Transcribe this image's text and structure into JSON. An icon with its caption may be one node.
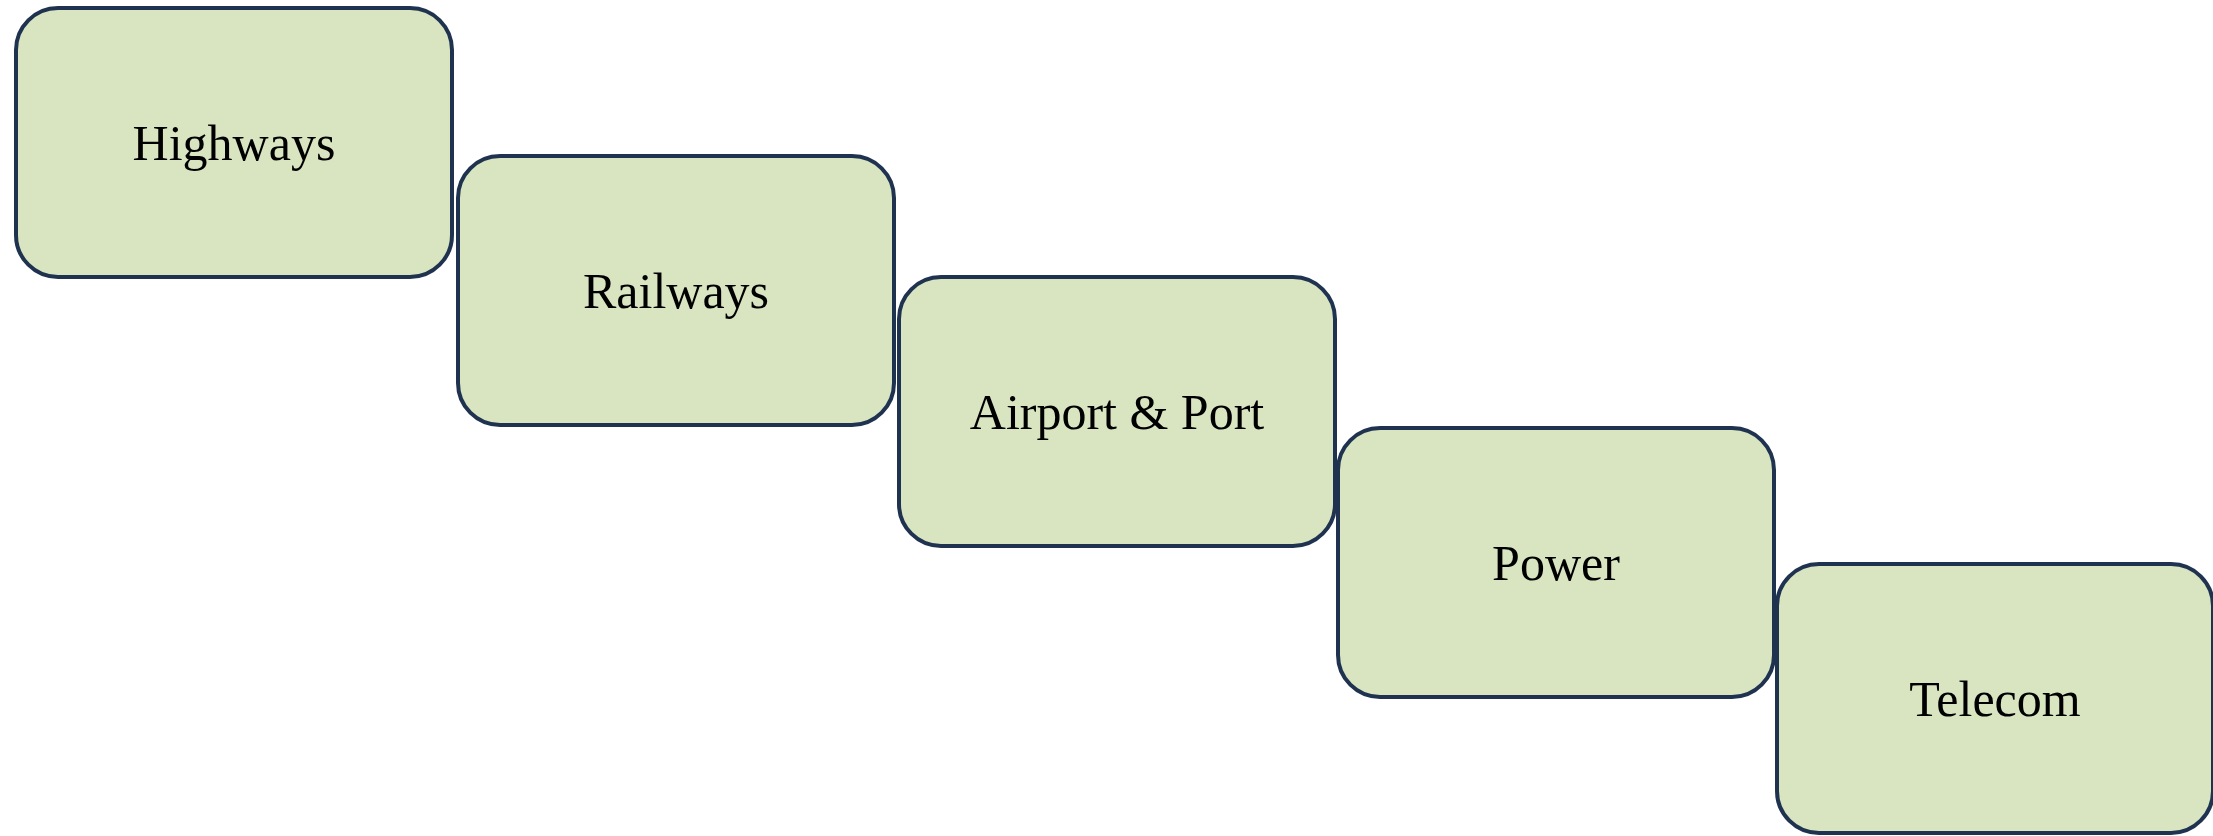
{
  "diagram": {
    "nodes": [
      {
        "text": [
          "Highways"
        ]
      },
      {
        "text": [
          "Railways"
        ]
      },
      {
        "text": [
          "Airport & Port"
        ]
      },
      {
        "text": [
          "Power"
        ]
      },
      {
        "text": [
          "Telecom"
        ]
      }
    ]
  }
}
